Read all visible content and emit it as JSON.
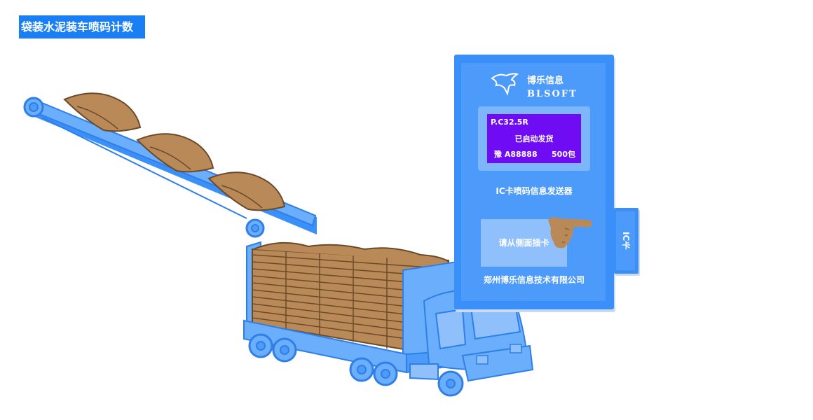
{
  "title": "袋装水泥装车喷码计数",
  "device": {
    "brand_cn": "博乐信息",
    "brand_en": "BLSOFT",
    "screen": {
      "line1": "P.C32.5R",
      "line2": "已启动发货",
      "plate": "豫 A88888",
      "count": "500包"
    },
    "name": "IC卡喷码信息发送器",
    "insert_prompt": "请从侧面插卡",
    "company": "郑州博乐信息技术有限公司"
  },
  "ic_slot_label": "IC卡",
  "colors": {
    "accent": "#1a7ef5",
    "device_body": "#3a8ff8",
    "screen": "#6f0cf3",
    "bag": "#b98a58",
    "truck": "#6aaefc"
  }
}
